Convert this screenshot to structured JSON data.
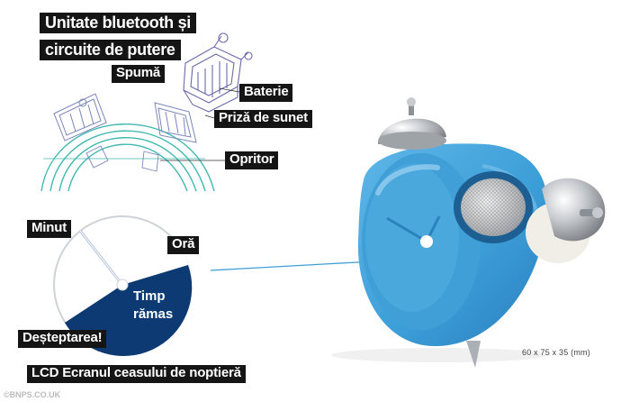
{
  "labels": {
    "bluetooth_line1": "Unitate bluetooth și",
    "bluetooth_line2": "circuite de putere",
    "foam": "Spumă",
    "battery": "Baterie",
    "sound_socket": "Priză de sunet",
    "stopper": "Opritor",
    "minute": "Minut",
    "hour": "Oră",
    "time_left_line1": "Timp",
    "time_left_line2": "rămas",
    "wake_up": "Deșteptarea!",
    "lcd_caption": "LCD Ecranul ceasului de noptieră"
  },
  "dimensions": "60 x 75 x 35 (mm)",
  "credit": "©BNPS.CO.UK",
  "colors": {
    "clock_blue": "#3d9fd8",
    "dial_navy": "#0d3a73",
    "sketch_teal": "#3fb8b0",
    "label_bg": "#151515"
  }
}
